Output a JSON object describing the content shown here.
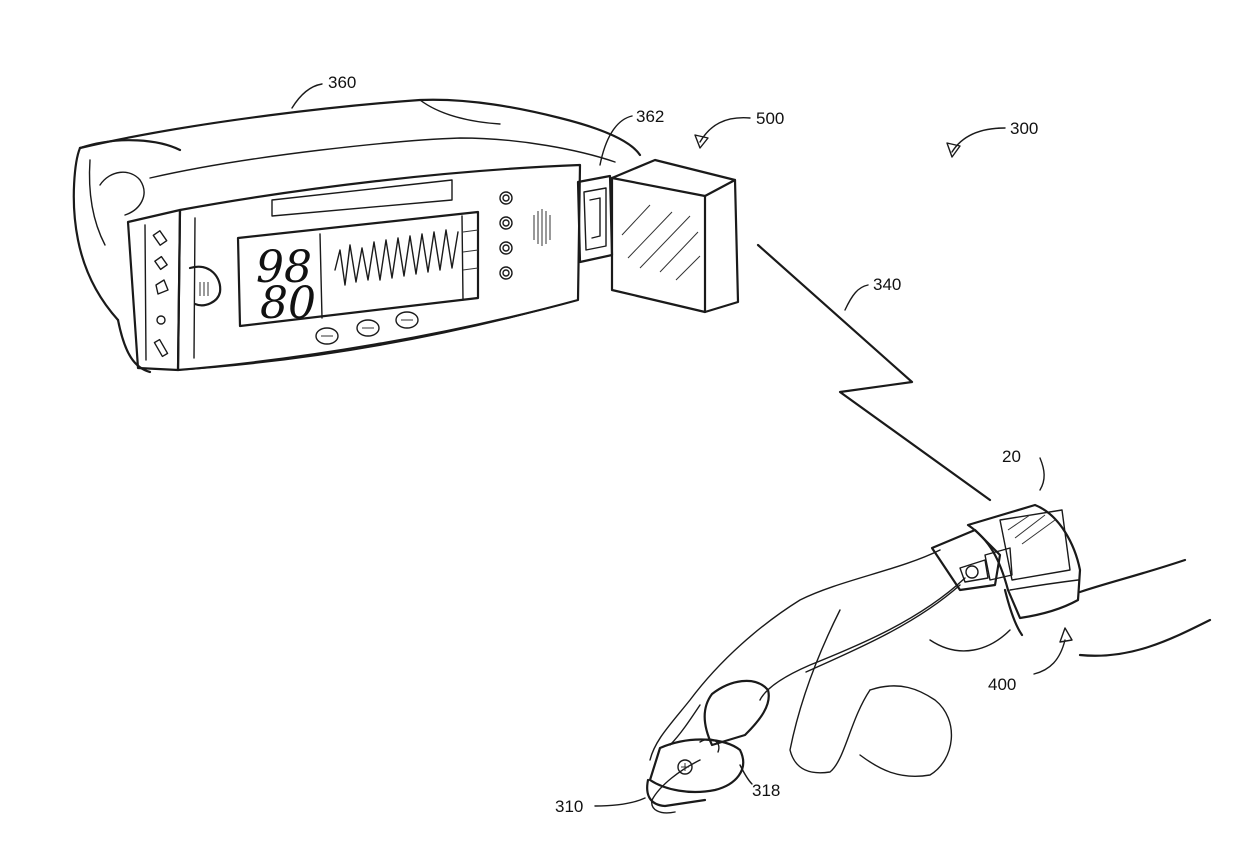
{
  "figure": {
    "display": {
      "spo2": "98",
      "pulse": "80"
    },
    "labels": {
      "ref_360": "360",
      "ref_362": "362",
      "ref_500": "500",
      "ref_300": "300",
      "ref_340": "340",
      "ref_20": "20",
      "ref_400": "400",
      "ref_318": "318",
      "ref_310": "310"
    },
    "colors": {
      "line": "#1a1a1a",
      "background": "#ffffff"
    }
  }
}
